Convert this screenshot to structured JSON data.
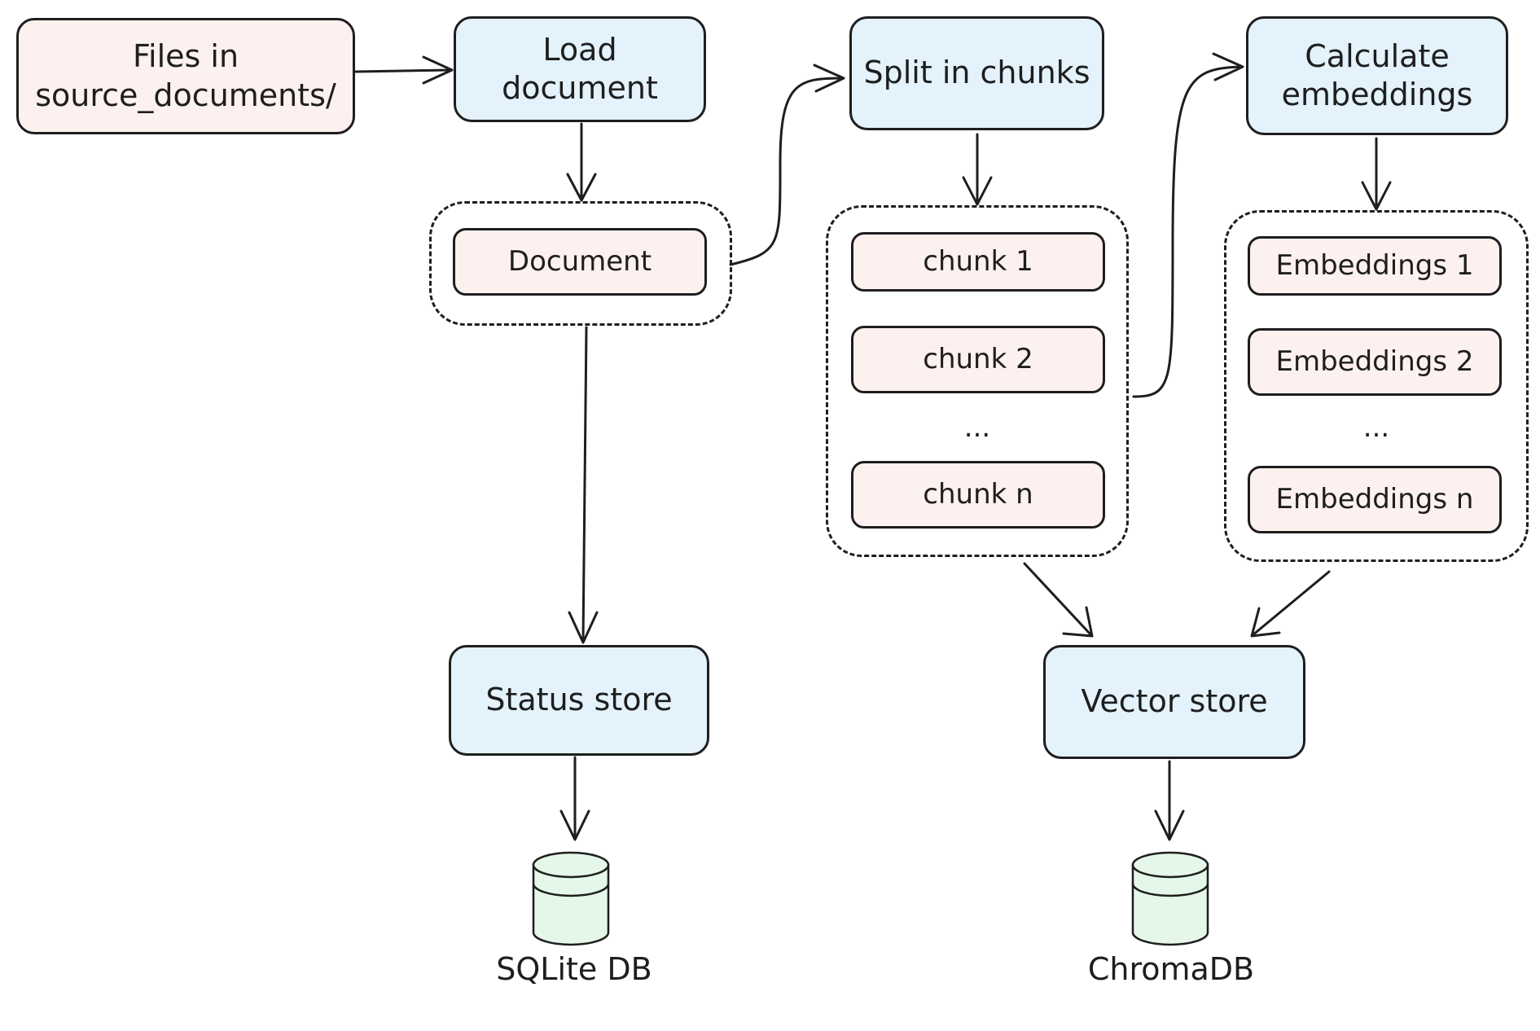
{
  "nodes": {
    "files": "Files in\nsource_documents/",
    "load_document": "Load\ndocument",
    "split_in_chunks": "Split in chunks",
    "calculate_embeddings": "Calculate\nembeddings",
    "status_store": "Status store",
    "vector_store": "Vector store"
  },
  "document_group": {
    "document": "Document"
  },
  "chunk_group": {
    "items": [
      "chunk 1",
      "chunk 2",
      "chunk n"
    ],
    "ellipsis": "..."
  },
  "embedding_group": {
    "items": [
      "Embeddings 1",
      "Embeddings 2",
      "Embeddings n"
    ],
    "ellipsis": "..."
  },
  "databases": {
    "sqlite": "SQLite DB",
    "chroma": "ChromaDB"
  },
  "colors": {
    "process_fill": "#e3f2fb",
    "data_fill": "#fdf1ef",
    "db_fill": "#e4f7e8",
    "stroke": "#1e1e1e"
  }
}
